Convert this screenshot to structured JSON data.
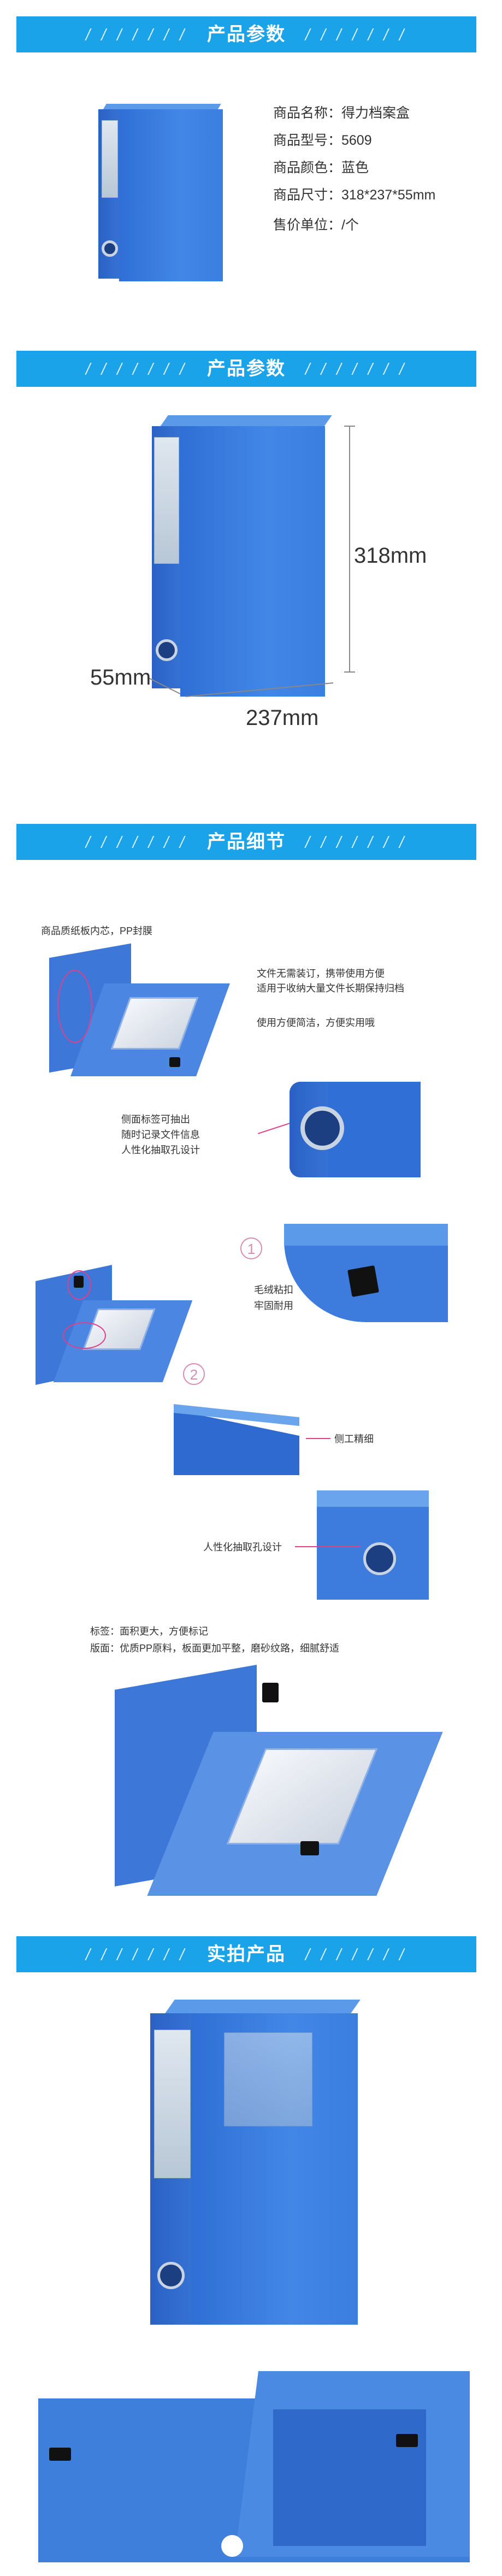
{
  "sections": {
    "params1": "产品参数",
    "params2": "产品参数",
    "details": "产品细节",
    "real": "实拍产品"
  },
  "specs": {
    "name": "商品名称：得力档案盒",
    "model": "商品型号：5609",
    "color": "商品颜色：蓝色",
    "size": "商品尺寸：318*237*55mm",
    "unit": "售价单位：/个"
  },
  "dimensions": {
    "height": "318mm",
    "depth": "55mm",
    "width": "237mm"
  },
  "details_notes": {
    "material": "商品质纸板内芯，PP封膜",
    "desc1": "文件无需装订，携带使用方便",
    "desc2": "适用于收纳大量文件长期保持归档",
    "desc3": "使用方便简洁，方便实用哦",
    "side_label1": "侧面标签可抽出",
    "side_label2": "随时记录文件信息",
    "side_label3": "人性化抽取孔设计",
    "num1": "1",
    "num2": "2",
    "velcro1": "毛绒粘扣",
    "velcro2": "牢固耐用",
    "side_craft": "侧工精细",
    "hole_design": "人性化抽取孔设计",
    "label_note": "标签：面积更大，方便标记",
    "board_note": "版面：优质PP原料，板面更加平整，磨砂纹路，细腻舒适"
  },
  "colors": {
    "banner": "#1aa3e8",
    "box_blue": "#3a7ee0",
    "accent_pink": "#e0408a"
  }
}
